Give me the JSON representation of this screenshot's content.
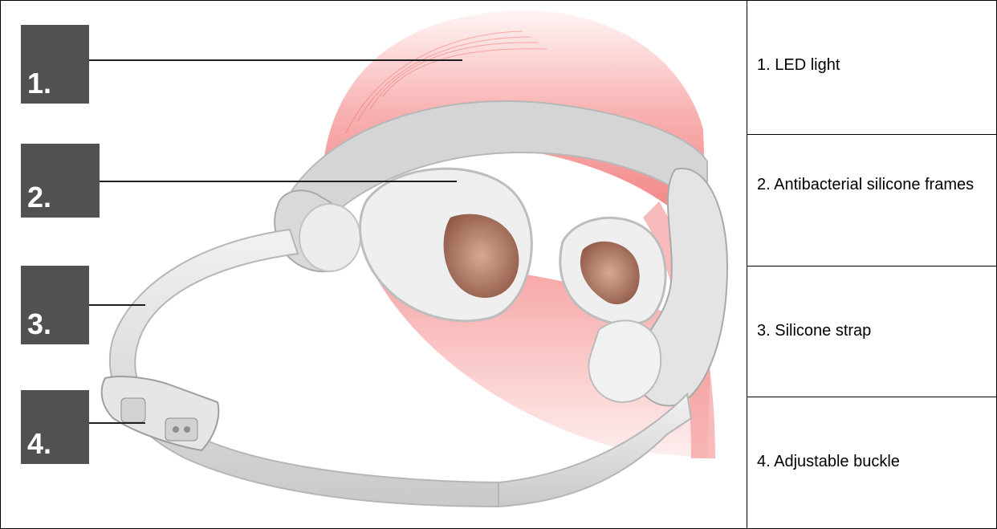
{
  "labels": [
    {
      "number": "1.",
      "description": "1. LED light"
    },
    {
      "number": "2.",
      "description": "2. Antibacterial silicone frames"
    },
    {
      "number": "3.",
      "description": "3. Silicone strap"
    },
    {
      "number": "4.",
      "description": "4. Adjustable buckle"
    }
  ],
  "colors": {
    "label_box": "#525151",
    "led_light": "#f27d7d",
    "silicone": "#dcdcdc",
    "lens": "#a86d57"
  }
}
